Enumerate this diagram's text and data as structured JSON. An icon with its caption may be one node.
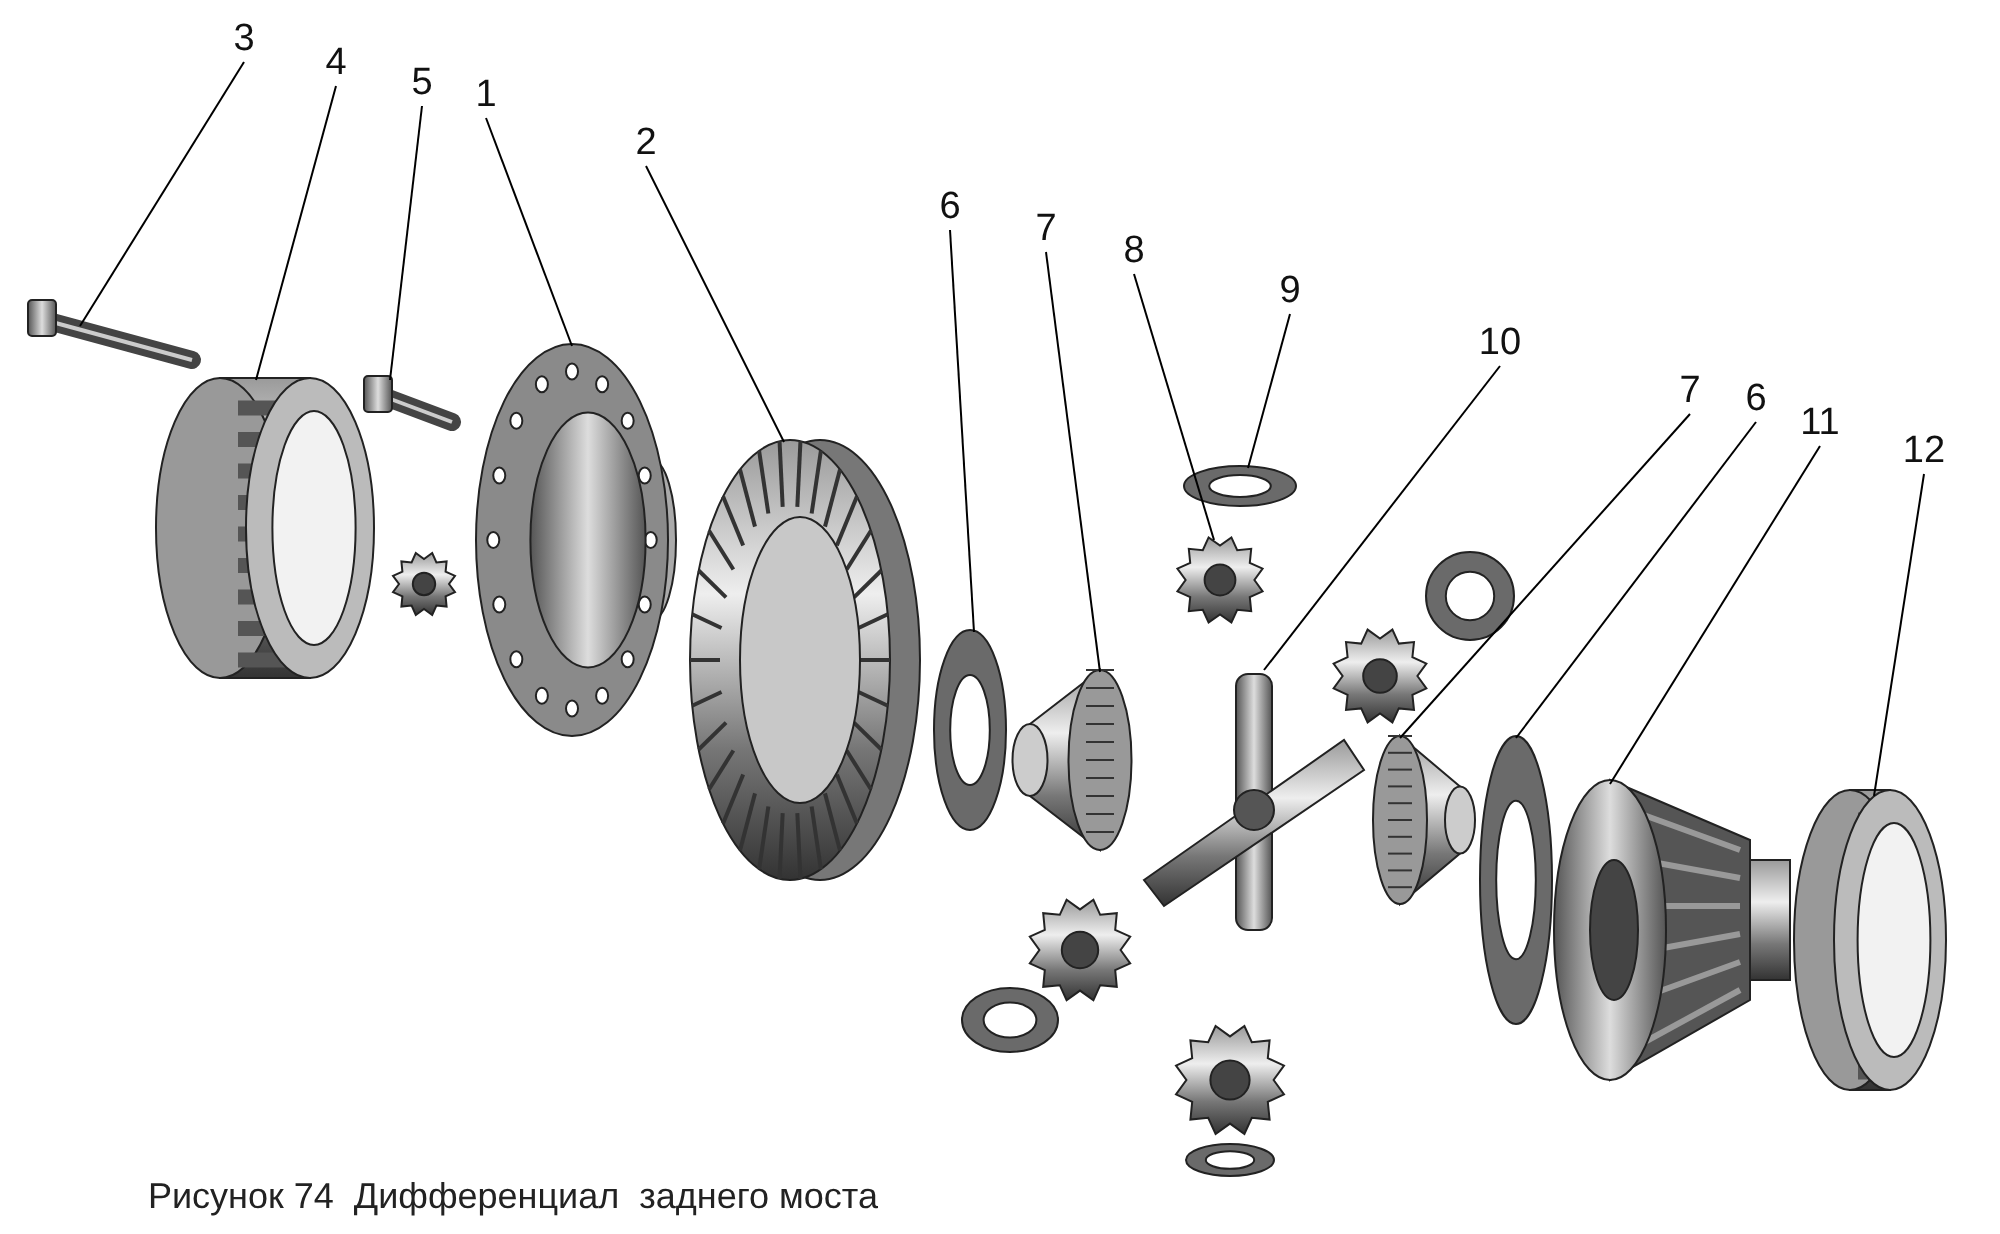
{
  "diagram": {
    "caption": "Рисунок 74  Дифференциал  заднего моста",
    "nodes": [
      {
        "text": [
          "3"
        ]
      },
      {
        "text": [
          "4"
        ]
      },
      {
        "text": [
          "5"
        ]
      },
      {
        "text": [
          "1"
        ]
      },
      {
        "text": [
          "2"
        ]
      },
      {
        "text": [
          "6"
        ]
      },
      {
        "text": [
          "7"
        ]
      },
      {
        "text": [
          "8"
        ]
      },
      {
        "text": [
          "9"
        ]
      },
      {
        "text": [
          "10"
        ]
      },
      {
        "text": [
          "7"
        ]
      },
      {
        "text": [
          "6"
        ]
      },
      {
        "text": [
          "11"
        ]
      },
      {
        "text": [
          "12"
        ]
      },
      {
        "text": [],
        "shape": "picture"
      },
      {
        "text": [],
        "shape": "picture"
      },
      {
        "text": [],
        "shape": "picture"
      },
      {
        "text": [],
        "shape": "picture"
      },
      {
        "text": [],
        "shape": "picture"
      },
      {
        "text": [],
        "shape": "picture"
      },
      {
        "text": [],
        "shape": "picture"
      },
      {
        "text": [],
        "shape": "picture"
      },
      {
        "text": [],
        "shape": "picture"
      },
      {
        "text": [],
        "shape": "picture"
      },
      {
        "text": [],
        "shape": "picture"
      },
      {
        "text": [],
        "shape": "picture"
      },
      {
        "text": [],
        "shape": "picture"
      },
      {
        "text": [],
        "shape": "picture"
      }
    ],
    "edges": [
      {
        "from": 0,
        "to": 14,
        "arrow": "none"
      },
      {
        "from": 1,
        "to": 15,
        "arrow": "none"
      },
      {
        "from": 2,
        "to": 16,
        "arrow": "none"
      },
      {
        "from": 3,
        "to": 17,
        "arrow": "none"
      },
      {
        "from": 4,
        "to": 18,
        "arrow": "none"
      },
      {
        "from": 5,
        "to": 19,
        "arrow": "none"
      },
      {
        "from": 6,
        "to": 20,
        "arrow": "none"
      },
      {
        "from": 7,
        "to": 21,
        "arrow": "none"
      },
      {
        "from": 8,
        "to": 22,
        "arrow": "none"
      },
      {
        "from": 9,
        "to": 23,
        "arrow": "none"
      },
      {
        "from": 10,
        "to": 24,
        "arrow": "none"
      },
      {
        "from": 11,
        "to": 25,
        "arrow": "none"
      },
      {
        "from": 12,
        "to": 26,
        "arrow": "none"
      },
      {
        "from": 13,
        "to": 27,
        "arrow": "none"
      }
    ]
  }
}
